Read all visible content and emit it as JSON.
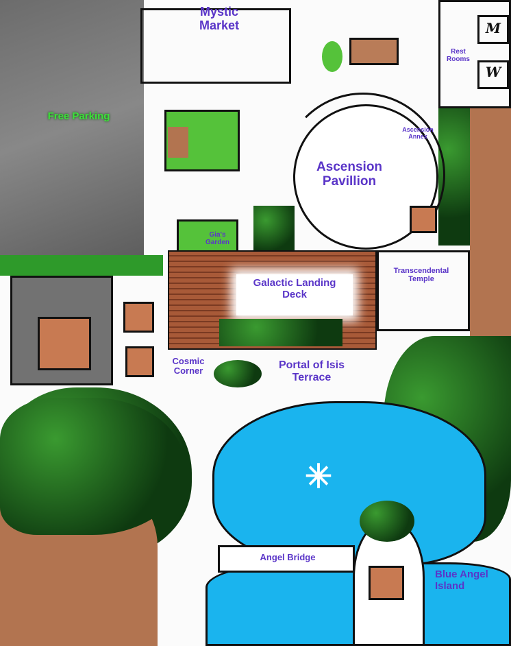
{
  "title": "Garden site plan",
  "labels": {
    "mystic_market": "Mystic Market",
    "free_parking": "Free Parking",
    "rest_rooms": "Rest Rooms",
    "restroom_m": "M",
    "restroom_w": "W",
    "ascension_annex": "Ascension Annex",
    "ascension_pavillion": "Ascension Pavillion",
    "gias_garden": "Gia's Garden",
    "galactic_landing_deck": "Galactic Landing Deck",
    "transcendental_temple": "Transcendental Temple",
    "cosmic_corner": "Cosmic Corner",
    "portal_of_isis_terrace": "Portal of Isis Terrace",
    "angel_bridge": "Angel Bridge",
    "blue_angel_island": "Blue Angel Island"
  },
  "colors": {
    "label": "#5a35c8",
    "parking_label": "#3ee03a",
    "water": "#1ab4ee",
    "foliage": "#2f8a2a",
    "earth": "#b27450",
    "pavement": "#707070"
  }
}
